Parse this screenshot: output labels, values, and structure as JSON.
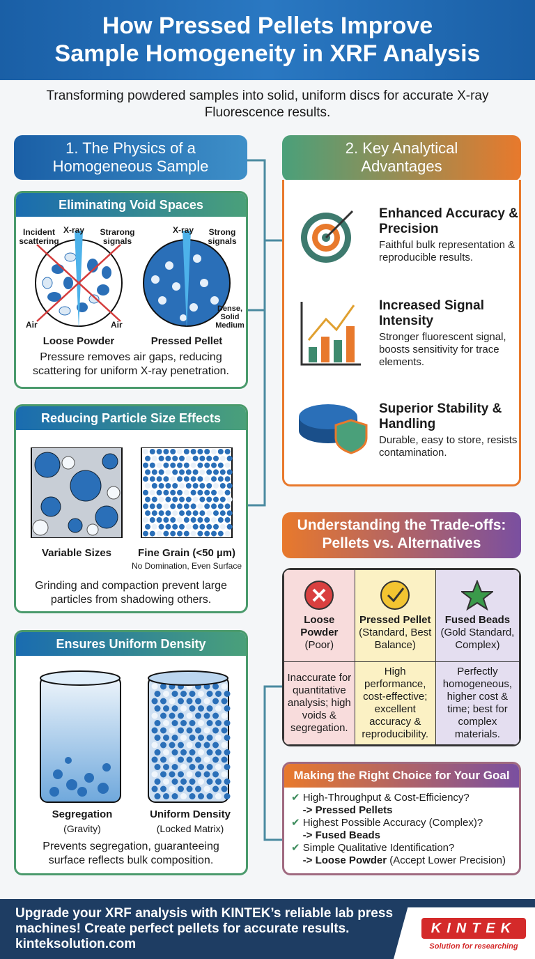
{
  "header": {
    "title_line1": "How Pressed Pellets Improve",
    "title_line2": "Sample Homogeneity in XRF Analysis",
    "subtitle": "Transforming powdered samples into solid, uniform discs for accurate X-ray Fluorescence results."
  },
  "section1": {
    "title_line1": "1. The Physics of a",
    "title_line2": "Homogeneous Sample",
    "void": {
      "title": "Eliminating Void Spaces",
      "labels": {
        "incident": "Incident scattering",
        "xray_left": "X-ray",
        "strarong": "Strarong signals",
        "air_left": "Air",
        "air_right": "Air",
        "xray_right": "X-ray",
        "strong": "Strong signals",
        "dense": "Dense, Solid Medium"
      },
      "loose": "Loose Powder",
      "pressed": "Pressed Pellet",
      "caption": "Pressure removes air gaps, reducing scattering for uniform X-ray penetration."
    },
    "particle": {
      "title": "Reducing Particle Size Effects",
      "variable": "Variable Sizes",
      "fine": "Fine Grain (<50 µm)",
      "fine_sub": "No Domination, Even Surface",
      "caption": "Grinding and compaction prevent large particles from shadowing others."
    },
    "density": {
      "title": "Ensures Uniform Density",
      "seg": "Segregation",
      "seg_sub": "(Gravity)",
      "uni": "Uniform Density",
      "uni_sub": "(Locked Matrix)",
      "caption": "Prevents segregation, guaranteeing surface reflects bulk composition."
    }
  },
  "section2": {
    "title_line1": "2. Key Analytical",
    "title_line2": "Advantages",
    "items": [
      {
        "icon": "target-icon",
        "title": "Enhanced Accuracy & Precision",
        "text": "Faithful bulk representation & reproducible results."
      },
      {
        "icon": "bar-chart-icon",
        "title": "Increased Signal Intensity",
        "text": "Stronger fluorescent signal, boosts sensitivity for trace elements."
      },
      {
        "icon": "pellet-shield-icon",
        "title": "Superior Stability & Handling",
        "text": "Durable, easy to store, resists contamination."
      }
    ]
  },
  "tradeoffs": {
    "title_line1": "Understanding the Trade-offs:",
    "title_line2": "Pellets vs. Alternatives",
    "columns": [
      {
        "icon": "x-circle-icon",
        "name": "Loose Powder",
        "rating": "(Poor)",
        "desc": "Inaccurate for quantitative analysis; high voids & segregation.",
        "bg": "#f8dcdc"
      },
      {
        "icon": "check-circle-icon",
        "name": "Pressed Pellet",
        "rating": "(Standard, Best Balance)",
        "desc": "High performance, cost-effective; excellent accuracy & reproducibility.",
        "bg": "#fbf1c4"
      },
      {
        "icon": "star-icon",
        "name": "Fused Beads",
        "rating": "(Gold Standard, Complex)",
        "desc": "Perfectly homogeneous, higher cost & time; best for complex materials.",
        "bg": "#e4def0"
      }
    ]
  },
  "choice": {
    "title": "Making the Right Choice for Your Goal",
    "items": [
      {
        "q": "High-Throughput & Cost-Efficiency?",
        "a": "-> Pressed Pellets",
        "note": ""
      },
      {
        "q": "Highest Possible Accuracy (Complex)?",
        "a": "-> Fused Beads",
        "note": ""
      },
      {
        "q": "Simple Qualitative Identification?",
        "a": "-> Loose Powder",
        "note": " (Accept Lower Precision)"
      }
    ]
  },
  "footer": {
    "line1": "Upgrade your XRF analysis with KINTEK’s reliable lab press",
    "line2": "machines! Create perfect pellets for accurate results.",
    "url": "kinteksolution.com",
    "logo": "KINTEK",
    "tagline": "Solution for researching"
  },
  "colors": {
    "blue": "#1a5fa6",
    "green": "#4a9a6c",
    "orange": "#e8792c",
    "purple": "#7a4fa0",
    "navy": "#1e3d63"
  }
}
